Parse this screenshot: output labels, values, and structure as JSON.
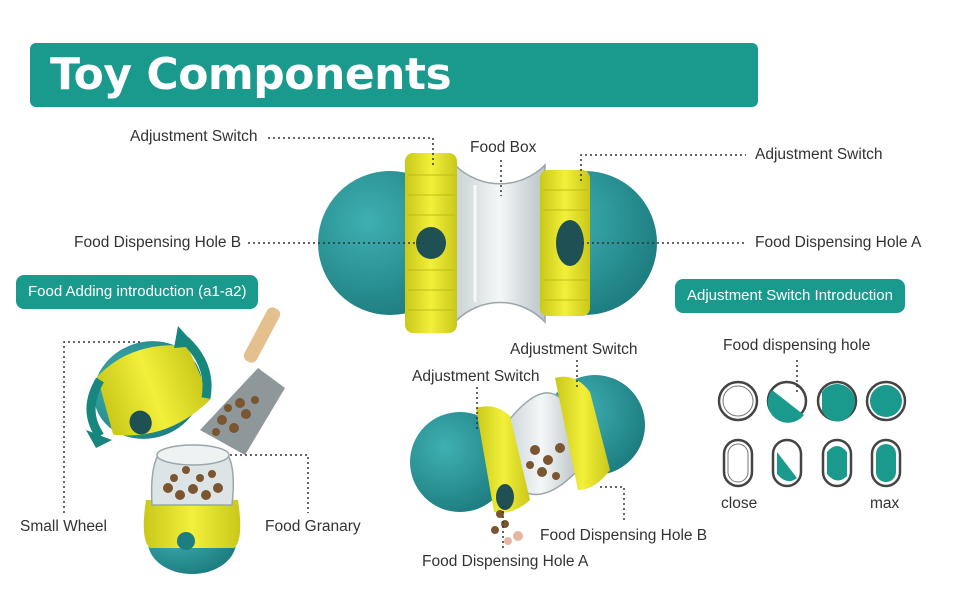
{
  "title": "Toy Components Introduction:",
  "top_toy": {
    "adjustment_switch_left": "Adjustment Switch",
    "food_box": "Food Box",
    "adjustment_switch_right": "Adjustment Switch",
    "food_dispensing_hole_b": "Food Dispensing Hole B",
    "food_dispensing_hole_a": "Food Dispensing Hole A"
  },
  "food_adding": {
    "heading": "Food Adding introduction (a1-a2)",
    "small_wheel": "Small Wheel",
    "food_granary": "Food Granary"
  },
  "lower_toy": {
    "adjustment_switch_1": "Adjustment Switch",
    "adjustment_switch_2": "Adjustment Switch",
    "food_dispensing_hole_b": "Food Dispensing Hole B",
    "food_dispensing_hole_a": "Food Dispensing Hole A"
  },
  "switch_intro": {
    "heading": "Adjustment Switch Introduction",
    "hole_label": "Food dispensing hole",
    "close_label": "close",
    "max_label": "max"
  },
  "colors": {
    "teal": "#1a9a8c",
    "ball_teal": "#2a8f92",
    "yellow": "#e6e62a"
  }
}
